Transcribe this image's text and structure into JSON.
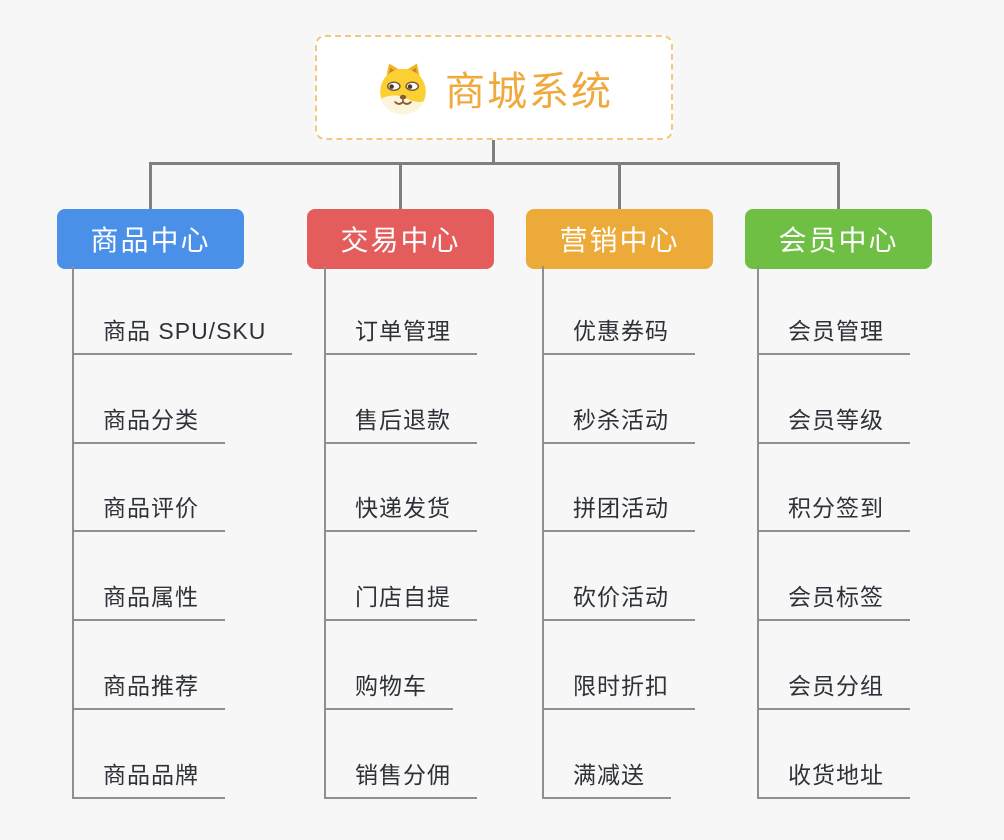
{
  "root": {
    "title": "商城系统",
    "icon": "dog-face-icon",
    "title_color": "#F0A93C",
    "border_color": "#F6C77E"
  },
  "branches": [
    {
      "label": "商品中心",
      "color": "#4A90E8",
      "items": [
        "商品 SPU/SKU",
        "商品分类",
        "商品评价",
        "商品属性",
        "商品推荐",
        "商品品牌"
      ]
    },
    {
      "label": "交易中心",
      "color": "#E45C5C",
      "items": [
        "订单管理",
        "售后退款",
        "快递发货",
        "门店自提",
        "购物车",
        "销售分佣"
      ]
    },
    {
      "label": "营销中心",
      "color": "#ECAA38",
      "items": [
        "优惠券码",
        "秒杀活动",
        "拼团活动",
        "砍价活动",
        "限时折扣",
        "满减送"
      ]
    },
    {
      "label": "会员中心",
      "color": "#6EBF44",
      "items": [
        "会员管理",
        "会员等级",
        "积分签到",
        "会员标签",
        "会员分组",
        "收货地址"
      ]
    }
  ],
  "colors": {
    "background": "#F7F7F7",
    "connector": "#7F7F7F",
    "underline": "#8F8F8F",
    "item_text": "#2E3138"
  }
}
